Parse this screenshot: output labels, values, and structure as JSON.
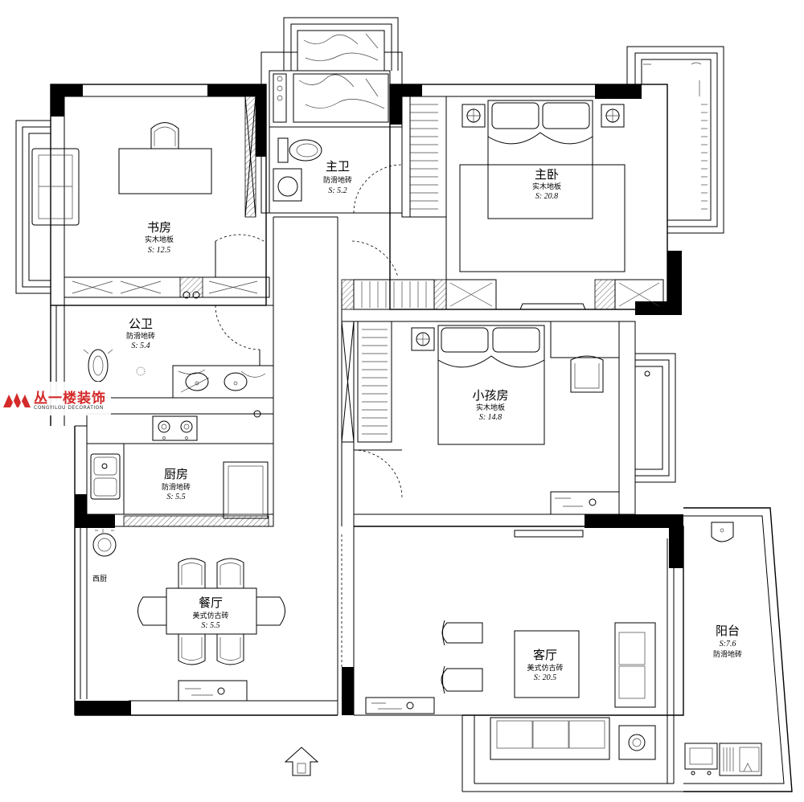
{
  "rooms": {
    "study": {
      "name": "书房",
      "floor": "实木地板",
      "area": "S: 12.5"
    },
    "master_bath": {
      "name": "主卫",
      "floor": "防滑地砖",
      "area": "S: 5.2"
    },
    "master_bed": {
      "name": "主卧",
      "floor": "实木地板",
      "area": "S: 20.8"
    },
    "public_bath": {
      "name": "公卫",
      "floor": "防滑地砖",
      "area": "S: 5.4"
    },
    "kids_room": {
      "name": "小孩房",
      "floor": "实木地板",
      "area": "S: 14.8"
    },
    "kitchen": {
      "name": "厨房",
      "floor": "防滑地砖",
      "area": "S: 5.5"
    },
    "dining": {
      "name": "餐厅",
      "floor": "美式仿古砖",
      "area": "S: 5.5"
    },
    "living": {
      "name": "客厅",
      "floor": "美式仿古砖",
      "area": "S: 20.5"
    },
    "balcony": {
      "name": "阳台",
      "floor": "防滑地砖",
      "area": "S:7.6"
    }
  },
  "labels": {
    "western_kitchen": "西厨"
  },
  "logo": {
    "brand": "丛一楼装饰",
    "tagline": "CONGYILOU DECORATION",
    "color": "#d42a2a"
  },
  "icons": {
    "north": "north-arrow-icon"
  }
}
